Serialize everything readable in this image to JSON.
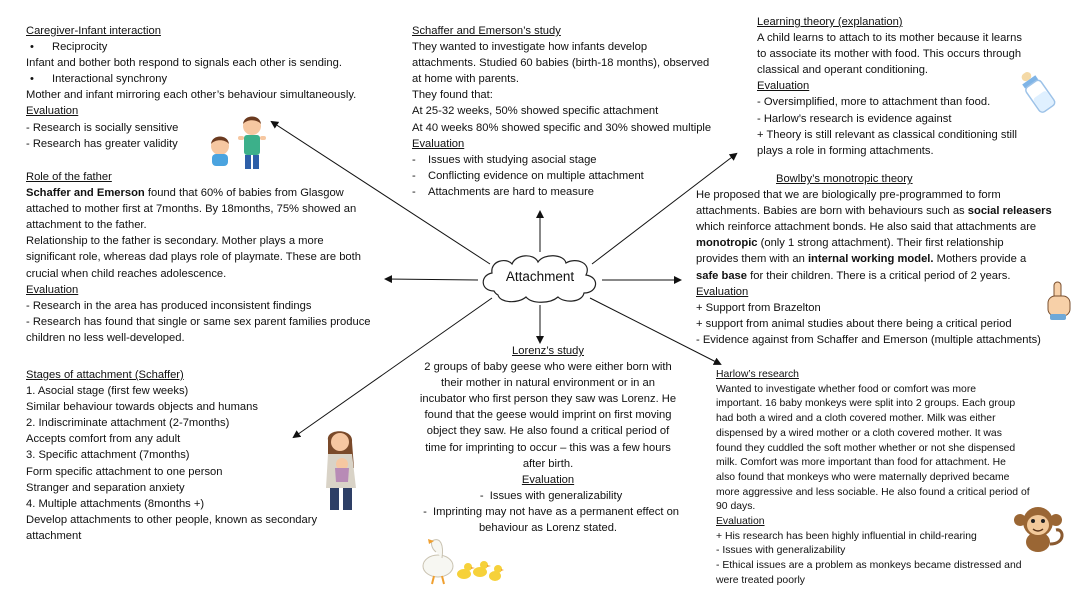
{
  "center": {
    "label": "Attachment"
  },
  "caregiver": {
    "title": "Caregiver-Infant interaction",
    "lines": [
      "Reciprocity",
      "Infant and bother both respond to signals each other is sending.",
      "Interactional synchrony",
      "Mother and infant mirroring each other’s behaviour simultaneously.",
      "Evaluation",
      "- Research is socially sensitive",
      "- Research has greater validity"
    ]
  },
  "father": {
    "title": "Role of the father",
    "l1_bold": "Schaffer and Emerson",
    "l1_rest": " found that 60% of babies from Glasgow",
    "lines": [
      "attached to mother first at 7months. By 18months, 75% showed an",
      "attachment to the father.",
      "Relationship to the father is secondary. Mother plays a more",
      "significant role, whereas dad plays role of playmate. These are both",
      "crucial when child reaches adolescence."
    ],
    "eval": "Evaluation",
    "eval_lines": [
      "- Research in the area has produced inconsistent findings",
      "- Research has found that single or same sex parent families produce",
      "children no less well-developed."
    ]
  },
  "stages": {
    "title": "Stages of attachment (Schaffer)",
    "lines": [
      "1. Asocial stage (first few weeks)",
      "Similar behaviour towards objects and humans",
      "2. Indiscriminate attachment (2-7months)",
      "Accepts comfort from any adult",
      "3. Specific attachment (7months)",
      "Form specific attachment to one person",
      "Stranger and separation anxiety",
      "4. Multiple attachments (8months +)",
      "Develop attachments to other people, known as secondary",
      "attachment"
    ]
  },
  "schaffer": {
    "title": "Schaffer and Emerson’s study",
    "lines": [
      "They wanted to investigate how infants develop",
      "attachments. Studied 60 babies (birth-18 months), observed",
      "at home with parents.",
      "They found that:",
      "At 25-32 weeks, 50% showed specific attachment",
      "At 40 weeks 80% showed specific and 30% showed multiple"
    ],
    "eval": "Evaluation",
    "eval_lines": [
      "Issues with studying asocial stage",
      "Conflicting evidence on multiple attachment",
      "Attachments are hard to measure"
    ]
  },
  "lorenz": {
    "title": "Lorenz’s study",
    "lines": [
      "2 groups of baby geese who were either born with",
      "their mother in natural environment or in an",
      "incubator who first person they saw was Lorenz.  He",
      "found that the geese would imprint on first moving",
      "object they saw. He also found a critical period of",
      "time for imprinting to occur –  this was a few hours",
      "after birth."
    ],
    "eval": "Evaluation",
    "eval_lines": [
      "Issues with generalizability",
      "Imprinting may not have as a permanent effect on",
      "behaviour as Lorenz stated."
    ]
  },
  "learning": {
    "title": "Learning theory (explanation)",
    "lines": [
      "A child learns to attach to its mother because it learns",
      "to associate its mother with food. This occurs through",
      "classical and operant conditioning."
    ],
    "eval": "Evaluation",
    "eval_lines": [
      "- Oversimplified, more to attachment than food.",
      "- Harlow’s research is evidence against",
      "+ Theory is still relevant as classical conditioning still",
      "plays a role in forming attachments."
    ]
  },
  "bowlby": {
    "title": "Bowlby’s monotropic theory",
    "l1": "He proposed that we are biologically pre-programmed to form",
    "l2_a": "attachments. Babies are born with behaviours such as ",
    "l2_b": "social releasers",
    "l3": "which reinforce attachment bonds. He also said that attachments are",
    "l4_b": "monotropic",
    "l4_a": " (only 1 strong attachment).  Their first relationship",
    "l5_a": "provides them with an ",
    "l5_b": "internal working model.",
    "l5_c": " Mothers provide a",
    "l6_b": "safe base",
    "l6_a": " for their children. There is a critical period of 2 years.",
    "eval": "Evaluation",
    "eval_lines": [
      "+ Support from Brazelton",
      "+ support from animal studies about there being a critical period",
      "- Evidence against from Schaffer and Emerson (multiple attachments)"
    ]
  },
  "harlow": {
    "title": "Harlow’s research",
    "lines": [
      "Wanted to investigate whether food or comfort was more",
      "important. 16 baby monkeys were split into 2 groups. Each group",
      "had both a wired and a cloth covered mother. Milk was either",
      "dispensed by a wired mother or a cloth covered mother. It was",
      "found they cuddled the soft mother whether or not she dispensed",
      "milk. Comfort was more important than food for attachment. He",
      "also found that monkeys who were maternally deprived became",
      "more aggressive and less sociable. He also found a critical period of",
      "90 days."
    ],
    "eval": "Evaluation",
    "eval_lines": [
      "+ His research has been highly influential in child-rearing",
      "- Issues with generalizability",
      "- Ethical issues are a problem as monkeys became distressed and",
      "were treated poorly"
    ]
  }
}
